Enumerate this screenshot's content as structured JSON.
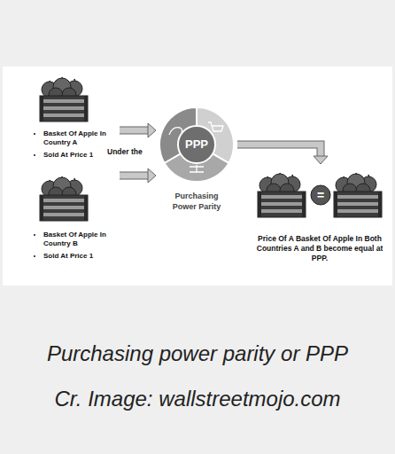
{
  "diagram": {
    "caption": "Purchasing power parity or PPP",
    "nodes": [
      {
        "text": [
          "Basket Of Apple In Country A",
          "Sold At Price 1"
        ]
      },
      {
        "text": [
          "Basket Of Apple In Country B",
          "Sold At Price 1"
        ]
      },
      {
        "text": [
          "PPP",
          "Purchasing Power Parity"
        ]
      },
      {
        "text": [
          "Price Of A Basket Of Apple In Both Countries A and B become equal at PPP."
        ]
      }
    ],
    "edges": [
      {
        "from": 0,
        "to": 2,
        "arrow": "to"
      },
      {
        "from": 1,
        "to": 2,
        "arrow": "to"
      },
      {
        "from": 2,
        "to": 3,
        "arrow": "to"
      }
    ],
    "labels": [
      "Under the",
      "=",
      "Cr. Image: wallstreetmojo.com"
    ]
  }
}
